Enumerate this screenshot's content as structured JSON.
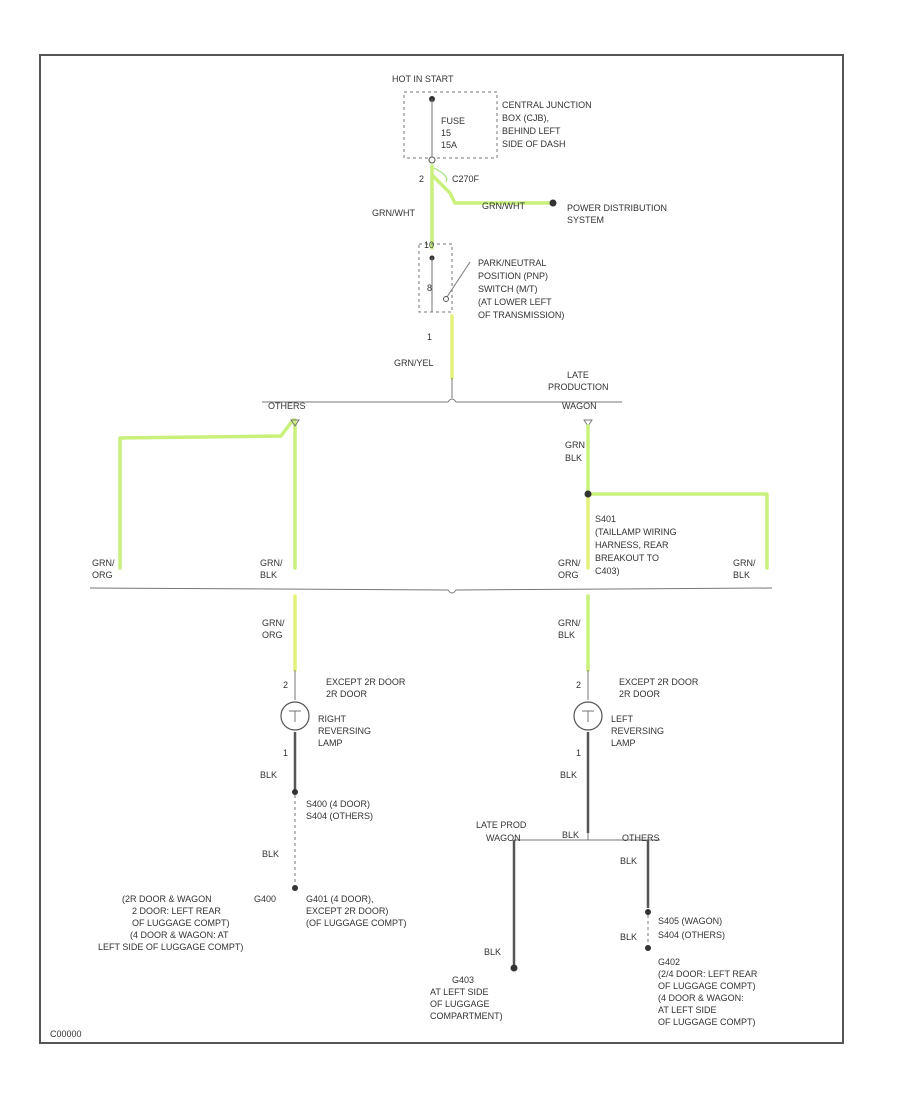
{
  "fuse_block": {
    "source": "HOT IN START",
    "fuse_lines": [
      "FUSE",
      "15",
      "15A"
    ],
    "location": [
      "CENTRAL JUNCTION",
      "BOX (CJB),",
      "BEHIND LEFT",
      "SIDE OF DASH"
    ]
  },
  "splice_c": {
    "pin": "2",
    "connector": "C270F",
    "wire_left": "GRN/WHT",
    "wire_right": "GRN/WHT",
    "destination": [
      "POWER DISTRIBUTION",
      "SYSTEM"
    ]
  },
  "switch": {
    "pins": [
      "10",
      "8",
      "1"
    ],
    "description": [
      "PARK/NEUTRAL",
      "POSITION (PNP)",
      "SWITCH (M/T)",
      "(AT LOWER LEFT",
      "OF TRANSMISSION)"
    ],
    "out_wire": "GRN/YEL"
  },
  "branch": {
    "left_label": "OTHERS",
    "right_label_top": "LATE",
    "right_label_mid": "PRODUCTION",
    "right_label_bot": "WAGON"
  },
  "top_wires": {
    "right_upper_1": "GRN",
    "right_upper_2": "BLK",
    "splice_desc": [
      "S401",
      "(TAILLAMP WIRING",
      "HARNESS, REAR",
      "BREAKOUT TO",
      "C403)"
    ],
    "labels": [
      {
        "l1": "GRN/",
        "l2": "ORG"
      },
      {
        "l1": "GRN/",
        "l2": "BLK"
      },
      {
        "l1": "GRN/",
        "l2": "ORG"
      },
      {
        "l1": "GRN/",
        "l2": "BLK"
      }
    ]
  },
  "lamp_right": {
    "wire_1": "GRN/",
    "wire_2": "ORG",
    "note": [
      "EXCEPT 2R DOOR",
      "2R DOOR"
    ],
    "pin_top": "2",
    "pin_bot": "1",
    "name": [
      "RIGHT",
      "REVERSING",
      "LAMP"
    ],
    "ground_wire": "BLK",
    "splice": [
      "S400  (4 DOOR)",
      "S404  (OTHERS)"
    ],
    "ground_wire_2": "BLK",
    "ground_left": [
      "(2R DOOR & WAGON",
      "2 DOOR: LEFT REAR",
      "OF LUGGAGE COMPT)",
      "(4 DOOR & WAGON: AT",
      "LEFT SIDE OF LUGGAGE COMPT)"
    ],
    "ground_code": "G400",
    "ground_right": [
      "G401   (4 DOOR),",
      "EXCEPT 2R DOOR)",
      "(OF LUGGAGE COMPT)"
    ]
  },
  "lamp_left": {
    "wire_1": "GRN/",
    "wire_2": "BLK",
    "note": [
      "EXCEPT 2R DOOR",
      "2R DOOR"
    ],
    "pin_top": "2",
    "pin_bot": "1",
    "name": [
      "LEFT",
      "REVERSING",
      "LAMP"
    ],
    "ground_wire": "BLK",
    "branch_left": [
      "LATE PROD",
      "WAGON"
    ],
    "branch_mid": "BLK",
    "branch_right": "OTHERS",
    "right_wire": "BLK",
    "right_splice": [
      "S405  (WAGON)",
      "S404  (OTHERS)"
    ],
    "right_wire_2": "BLK",
    "left_wire": "BLK",
    "ground_mid": [
      "G403",
      "AT LEFT SIDE",
      "OF LUGGAGE",
      "COMPARTMENT)"
    ],
    "ground_far": [
      "G402",
      "(2/4 DOOR: LEFT REAR",
      "OF LUGGAGE COMPT)",
      "(4 DOOR & WAGON:",
      "AT LEFT SIDE",
      "OF LUGGAGE COMPT)"
    ]
  },
  "corner_id": "C00000"
}
